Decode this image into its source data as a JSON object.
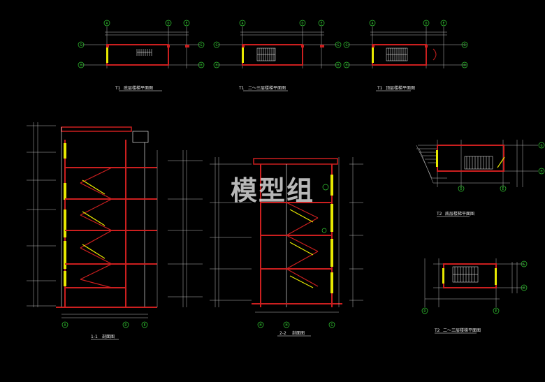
{
  "watermark": "模型组",
  "plans": [
    {
      "title": "底层楼梯平面图",
      "prefix": "T1"
    },
    {
      "title": "二～三层楼梯平面图",
      "prefix": "T1"
    },
    {
      "title": "顶层楼梯平面图",
      "prefix": "T1"
    },
    {
      "title": "底层楼梯平面图",
      "prefix": "T2"
    },
    {
      "title": "二～三层楼梯平面图",
      "prefix": "T2"
    }
  ],
  "sections": [
    {
      "title": "剖面图",
      "prefix": "1-1"
    },
    {
      "title": "剖面图",
      "prefix": "2-2"
    }
  ],
  "colors": {
    "background": "#000000",
    "wall": "#cc1f1f",
    "column": "#e8e800",
    "line": "#ffffff",
    "grid_bubble": "#33cc33",
    "dimension": "#bbbbbb"
  }
}
